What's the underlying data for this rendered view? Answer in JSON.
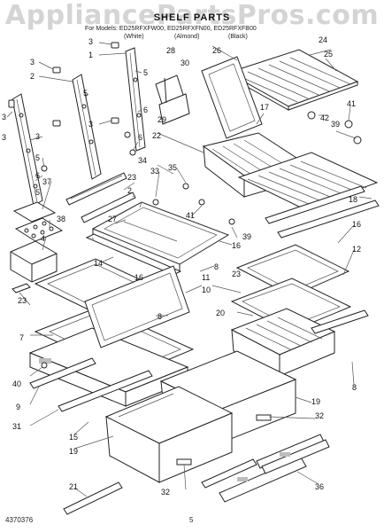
{
  "watermark": "AppliancePartsPros.com",
  "title": "SHELF PARTS",
  "subtitle": {
    "models": "For Models: ED25RFXFW00, ED25RFXFN00, ED25RFXFB00",
    "variants": [
      "(White)",
      "(Almond)",
      "(Black)"
    ]
  },
  "footer": {
    "doc_number": "4370376",
    "page": "5"
  },
  "callouts": {
    "c1": "1",
    "c2": "2",
    "c3": "3",
    "c4": "4",
    "c5": "5",
    "c6": "6",
    "c7": "7",
    "c8": "8",
    "c9": "9",
    "c10": "10",
    "c11": "11",
    "c12": "12",
    "c14": "14",
    "c15": "15",
    "c16": "16",
    "c17": "17",
    "c18": "18",
    "c19": "19",
    "c20": "20",
    "c21": "21",
    "c22": "22",
    "c23": "23",
    "c24": "24",
    "c25": "25",
    "c26": "26",
    "c27": "27",
    "c28": "28",
    "c29": "29",
    "c30": "30",
    "c31": "31",
    "c32": "32",
    "c33": "33",
    "c34": "34",
    "c35": "35",
    "c36": "36",
    "c37": "37",
    "c38": "38",
    "c39": "39",
    "c40": "40",
    "c41": "41",
    "c42": "42"
  }
}
